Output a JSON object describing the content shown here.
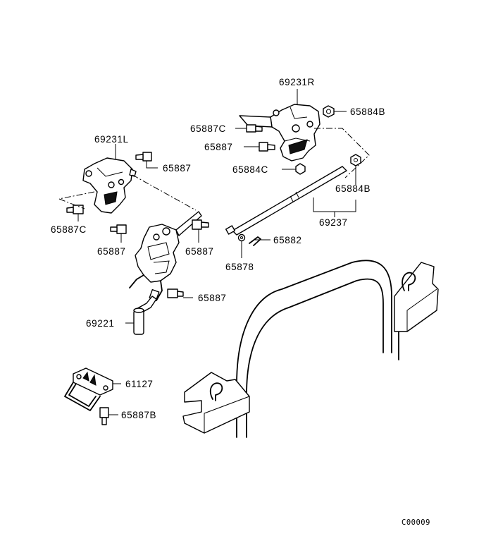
{
  "labels": {
    "p69231R": "69231R",
    "p65884B_top": "65884B",
    "p65887C_right": "65887C",
    "p65887_right": "65887",
    "p65884C": "65884C",
    "p65884B_mid": "65884B",
    "p69237": "69237",
    "p65882": "65882",
    "p65878": "65878",
    "p69231L": "69231L",
    "p65887_a": "65887",
    "p65887C_left": "65887C",
    "p65887_b": "65887",
    "p65887_c": "65887",
    "p65887_d": "65887",
    "p69221": "69221",
    "p61127": "61127",
    "p65887B": "65887B"
  },
  "diagram_code": "C00009"
}
